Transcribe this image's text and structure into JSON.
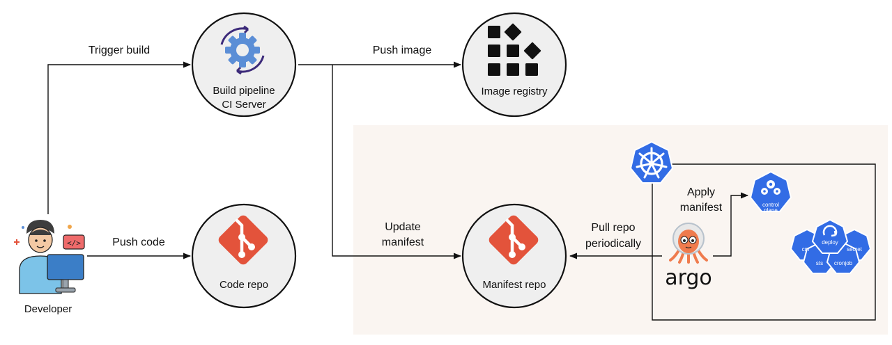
{
  "nodes": {
    "developer": "Developer",
    "ci_server": [
      "Build pipeline",
      "CI Server"
    ],
    "image_registry": "Image registry",
    "code_repo": "Code repo",
    "manifest_repo": "Manifest repo",
    "argo": "argo",
    "control_plane": [
      "control",
      "plane"
    ],
    "k8s_resources": [
      "cm",
      "deploy",
      "secret",
      "sts",
      "cronjob"
    ]
  },
  "edges": {
    "trigger_build": "Trigger build",
    "push_image": "Push image",
    "push_code": "Push code",
    "update_manifest": [
      "Update",
      "manifest"
    ],
    "pull_repo": [
      "Pull repo",
      "periodically"
    ],
    "apply_manifest": [
      "Apply",
      "manifest"
    ]
  },
  "colors": {
    "cluster_background": "#faf5f1",
    "git_logo": "#e3533b",
    "kubernetes": "#326ce5",
    "gear": "#5b8ed6",
    "argo_orange": "#ef7b4d"
  },
  "icons": [
    "developer-icon",
    "gear-icon",
    "registry-icon",
    "git-icon",
    "kubernetes-icon",
    "argo-icon",
    "control-plane-icon",
    "k8s-resources-icon"
  ]
}
